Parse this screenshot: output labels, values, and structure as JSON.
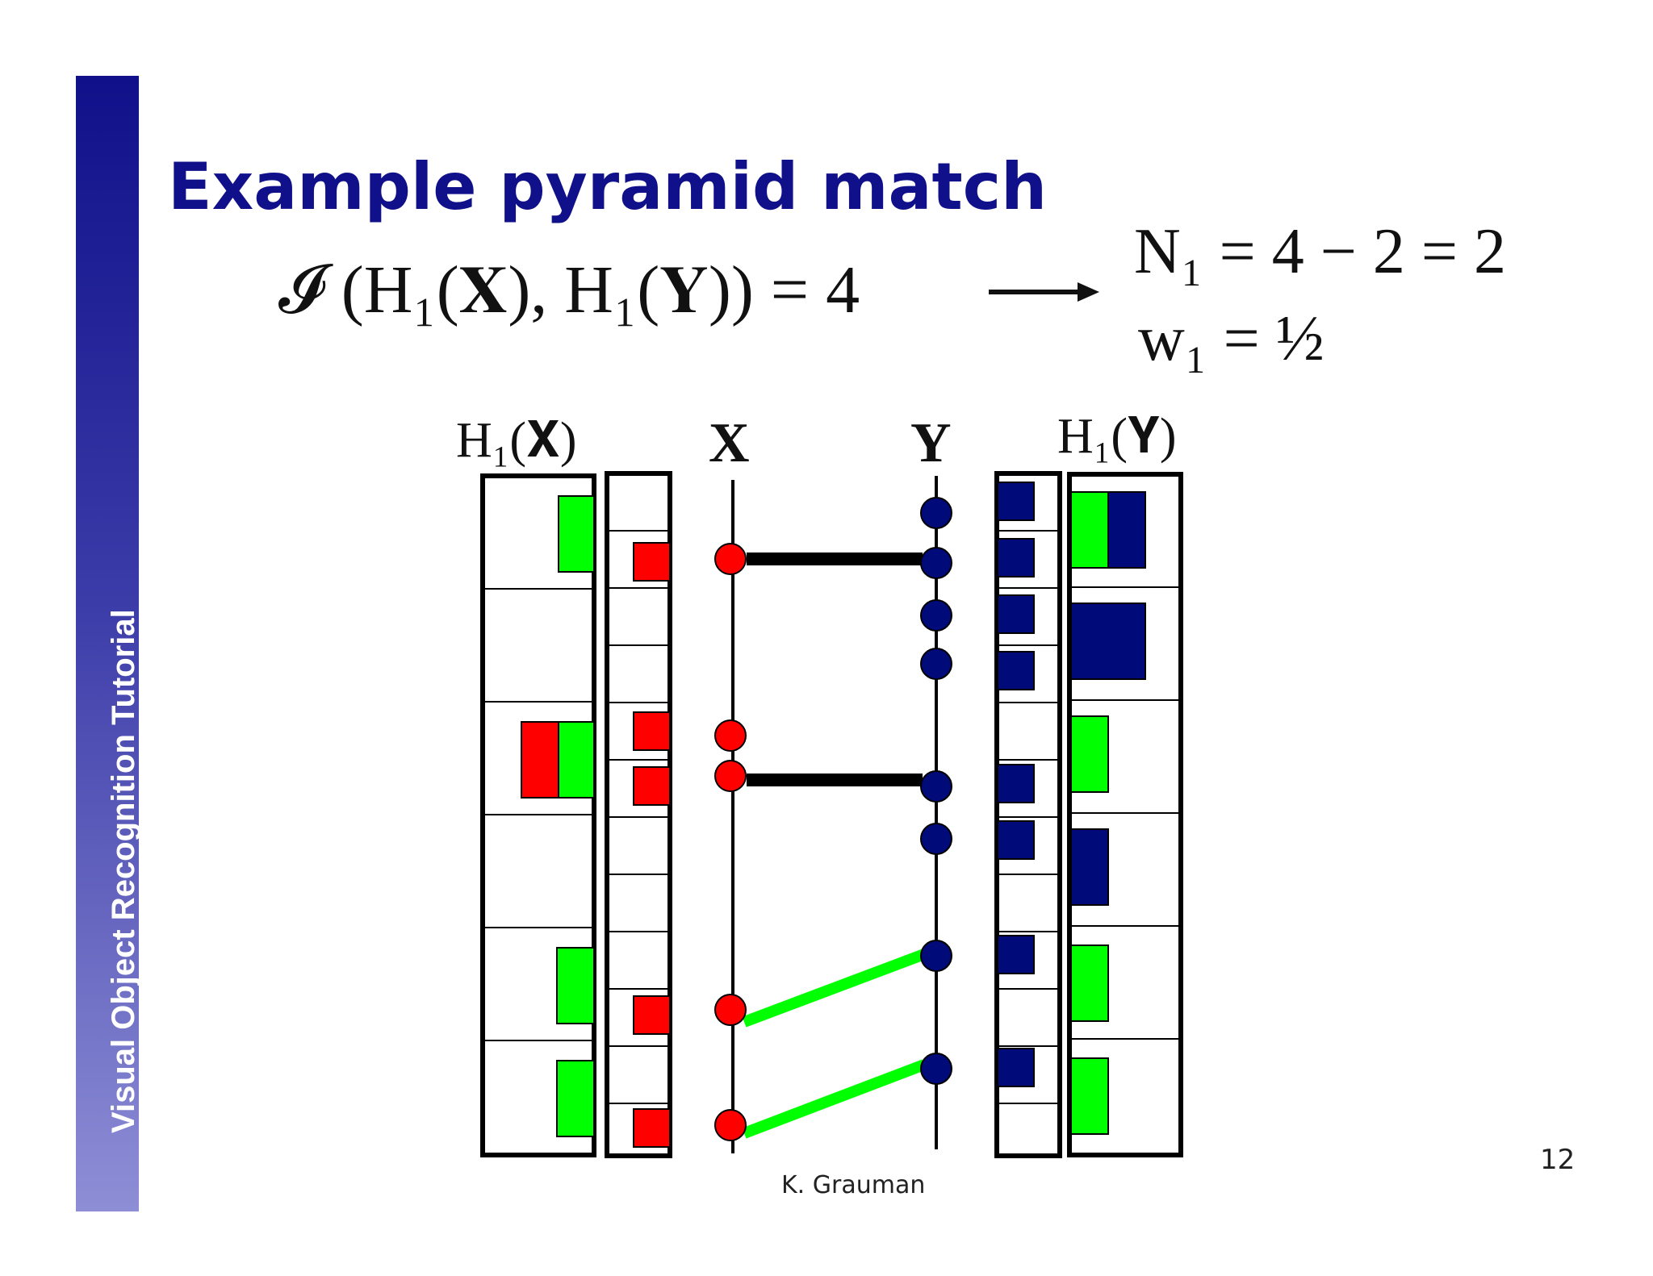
{
  "sidebar": {
    "text": "Visual Object Recognition Tutorial"
  },
  "slide": {
    "title": "Example pyramid match",
    "formula_main": "𝓘 (H₁(𝐗), H₁(𝐘)) = 4",
    "formula_n1": "N₁ = 4 − 2 = 2",
    "formula_w1": "w₁ = ½",
    "credit": "K. Grauman",
    "page_number": "12"
  },
  "diagram": {
    "label_h1x": "H₁(𝐗)",
    "label_x": "X",
    "label_y": "Y",
    "label_h1y": "H₁(𝐘)",
    "colors": {
      "x_point": "#ff0000",
      "y_point": "#000a78",
      "match_level0": "#000000",
      "match_level1": "#00ff00",
      "hist_match": "#00ff00",
      "hist_x": "#ff0000",
      "hist_y": "#000a78"
    }
  }
}
